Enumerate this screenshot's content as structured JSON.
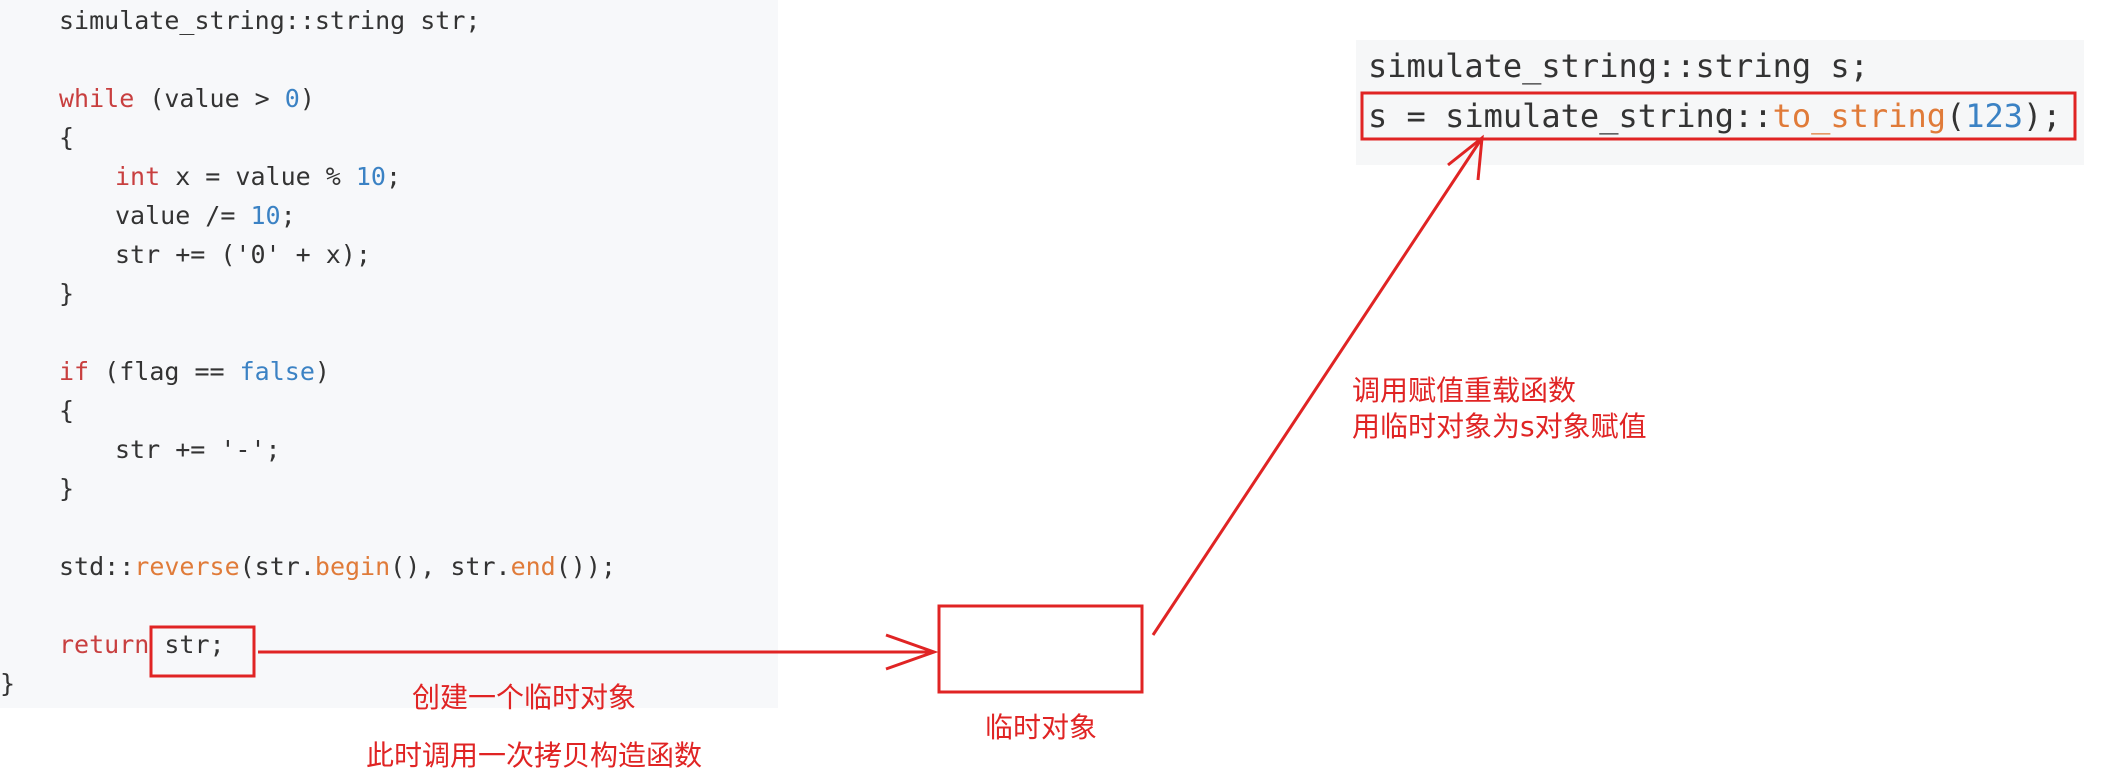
{
  "left_code": {
    "line1": "simulate_string::string str;",
    "line2_kw": "while",
    "line2_a": " (value > ",
    "line2_num": "0",
    "line2_b": ")",
    "line3": "{",
    "line4_kw": "int",
    "line4_a": " x = value % ",
    "line4_num": "10",
    "line4_b": ";",
    "line5_a": "value /= ",
    "line5_num": "10",
    "line5_b": ";",
    "line6": "str += ('0' + x);",
    "line7": "}",
    "line8_kw": "if",
    "line8_a": " (flag == ",
    "line8_const": "false",
    "line8_b": ")",
    "line9": "{",
    "line10": "str += '-';",
    "line11": "}",
    "line12_a": "std::",
    "line12_fn1": "reverse",
    "line12_b": "(str.",
    "line12_fn2": "begin",
    "line12_c": "(), str.",
    "line12_fn3": "end",
    "line12_d": "());",
    "line13_kw": "return",
    "line13_a": " str;",
    "line14": "}"
  },
  "right_code": {
    "line1": "simulate_string::string s;",
    "line2_a": "s = simulate_string::",
    "line2_fn": "to_string",
    "line2_b": "(",
    "line2_num": "123",
    "line2_c": ");"
  },
  "annotations": {
    "create_temp": "创建一个临时对象",
    "copy_ctor": "此时调用一次拷贝构造函数",
    "temp_object": "临时对象",
    "assign_line1": "调用赋值重载函数",
    "assign_line2": "用临时对象为s对象赋值"
  },
  "colors": {
    "highlight": "#e02424",
    "keyword": "#c83f3f",
    "number": "#3b82c4",
    "function": "#e07b39"
  }
}
